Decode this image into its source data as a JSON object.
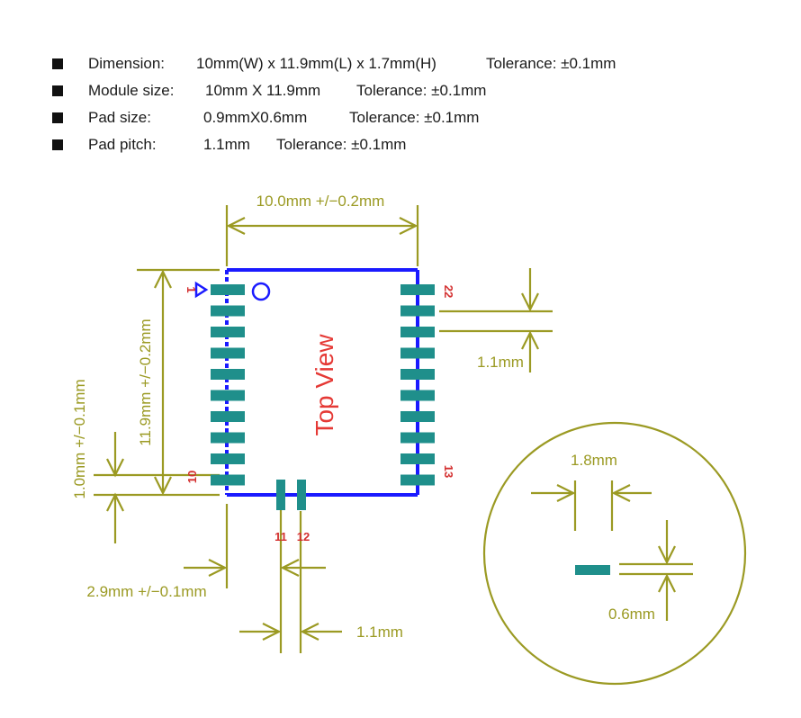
{
  "colors": {
    "dimension": "#9b9a23",
    "outline": "#1a1aff",
    "pad": "#1f8f8b",
    "title": "#e53935",
    "pin_label": "#d32f2f",
    "text": "#1a1a1a"
  },
  "specs": [
    {
      "label": "Dimension:",
      "value": "10mm(W) x 11.9mm(L) x 1.7mm(H)",
      "tolerance": "Tolerance: ±0.1mm"
    },
    {
      "label": "Module size:",
      "value": "10mm X 11.9mm",
      "tolerance": "Tolerance: ±0.1mm"
    },
    {
      "label": "Pad size:",
      "value": "0.9mmX0.6mm",
      "tolerance": "Tolerance: ±0.1mm"
    },
    {
      "label": "Pad pitch:",
      "value": "1.1mm",
      "tolerance": "Tolerance: ±0.1mm"
    }
  ],
  "diagram": {
    "title": "Top View",
    "width_dim": "10.0mm +/−0.2mm",
    "length_dim": "11.9mm +/−0.2mm",
    "edge_dim": "1.0mm +/−0.1mm",
    "offset_dim": "2.9mm +/−0.1mm",
    "bottom_pitch_dim": "1.1mm",
    "right_pitch_dim": "1.1mm",
    "pins": {
      "p1": "1",
      "p10": "10",
      "p11": "11",
      "p12": "12",
      "p13": "13",
      "p22": "22"
    },
    "pads_per_side": 10,
    "detail": {
      "pad_length_dim": "1.8mm",
      "pad_width_dim": "0.6mm"
    }
  }
}
